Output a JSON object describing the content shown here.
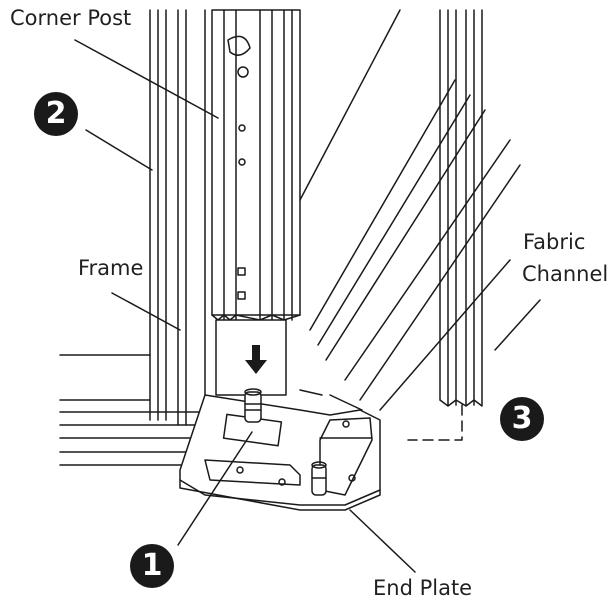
{
  "labels": {
    "corner_post": "Corner Post",
    "frame": "Frame",
    "fabric_channel_line1": "Fabric",
    "fabric_channel_line2": "Channel",
    "end_plate": "End Plate"
  },
  "callouts": {
    "one": "1",
    "two": "2",
    "three": "3"
  },
  "icons": {
    "down_arrow": "down-arrow-icon"
  },
  "colors": {
    "line": "#1a1a1a",
    "badge": "#1a1a1a",
    "background": "#ffffff"
  }
}
